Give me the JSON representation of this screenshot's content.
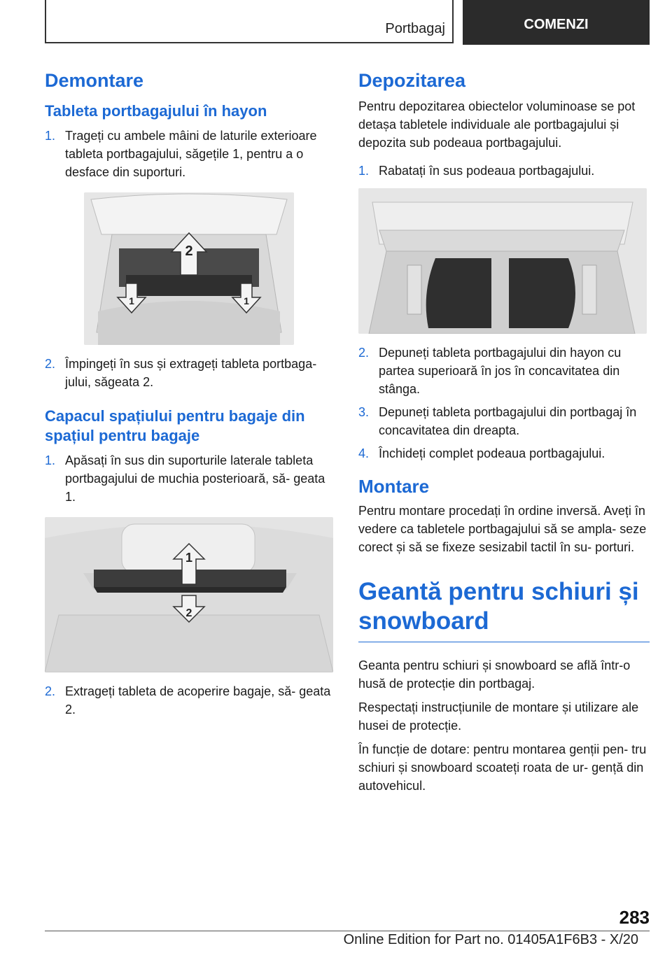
{
  "header": {
    "section": "Portbagaj",
    "chapter": "COMENZI"
  },
  "left": {
    "h_demontare": "Demontare",
    "h_tableta": "Tableta portbagajului în hayon",
    "list1": [
      {
        "n": "1.",
        "text": "Trageți cu ambele mâini de laturile exterioare tableta portbagajului, săgețile 1, pentru a o desface din suporturi."
      },
      {
        "n": "2.",
        "text": "Împingeți în sus și extrageți tableta portbaga‐ jului, săgeata 2."
      }
    ],
    "h_capac": "Capacul spațiului pentru bagaje din spațiul pentru bagaje",
    "list2": [
      {
        "n": "1.",
        "text": "Apăsați în sus din suporturile laterale tableta portbagajului de muchia posterioară, să‐ geata 1."
      },
      {
        "n": "2.",
        "text": "Extrageți tableta de acoperire bagaje, să‐ geata 2."
      }
    ],
    "fig1_labels": [
      "2",
      "1",
      "1"
    ],
    "fig2_labels": [
      "1",
      "2"
    ]
  },
  "right": {
    "h_depozitarea": "Depozitarea",
    "p_depozitarea": "Pentru depozitarea obiectelor voluminoase se pot detașa tabletele individuale ale portbagajului și depozita sub podeaua portbagajului.",
    "list3": [
      {
        "n": "1.",
        "text": "Rabatați în sus podeaua portbagajului."
      }
    ],
    "list4": [
      {
        "n": "2.",
        "text": "Depuneți tableta portbagajului din hayon cu partea superioară în jos în concavitatea din stânga."
      },
      {
        "n": "3.",
        "text": "Depuneți tableta portbagajului din portbagaj în concavitatea din dreapta."
      },
      {
        "n": "4.",
        "text": "Închideți complet podeaua portbagajului."
      }
    ],
    "h_montare": "Montare",
    "p_montare": "Pentru montare procedați în ordine inversă. Aveți în vedere ca tabletele portbagajului să se ampla‐ seze corect și să se fixeze sesizabil tactil în su‐ porturi.",
    "h_geanta": "Geantă pentru schiuri și snowboard",
    "p_geanta1": "Geanta pentru schiuri și snowboard se află într‑o husă de protecție din portbagaj.",
    "p_geanta2": "Respectați instrucțiunile de montare și utilizare ale husei de protecție.",
    "p_geanta3": "În funcție de dotare: pentru montarea genții pen‐ tru schiuri și snowboard scoateți roata de ur‐ gență din autovehicul."
  },
  "footer": {
    "page_number": "283",
    "edition": "Online Edition for Part no. 01405A1F6B3 - X/20"
  }
}
